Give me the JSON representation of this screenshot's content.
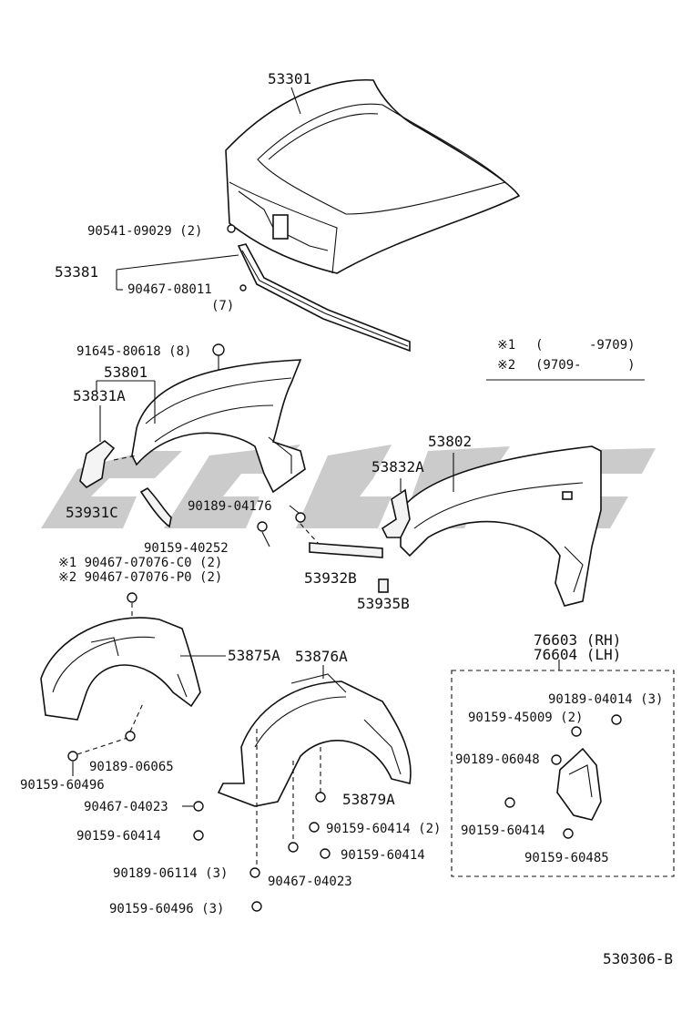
{
  "diagram_code": "530306-B",
  "legend": [
    {
      "mark": "※1",
      "range": "(      -9709)"
    },
    {
      "mark": "※2",
      "range": "(9709-      )"
    }
  ],
  "labels": {
    "hood": "53301",
    "hood_cushion": "90541-09029 (2)",
    "seal_group": "53381",
    "seal_clip": "90467-08011",
    "seal_clip_qty": "(7)",
    "fender_nut": "91645-80618 (8)",
    "fender_rh": "53801",
    "bracket_rh": "53831A",
    "seal_rh": "53931C",
    "fender_lh": "53802",
    "bracket_lh": "53832A",
    "screw_04176": "90189-04176",
    "bolt_40252": "90159-40252",
    "clip_c0": "※1 90467-07076-C0 (2)",
    "clip_p0": "※2 90467-07076-P0 (2)",
    "seal_lh": "53932B",
    "retainer": "53935B",
    "liner_rh": "53875A",
    "liner_lh": "53876A",
    "screw_06065": "90189-06065",
    "bolt_60496": "90159-60496",
    "clip_04023_a": "90467-04023",
    "bolt_60414_a": "90159-60414",
    "screw_06114": "90189-06114 (3)",
    "bolt_60496_3": "90159-60496 (3)",
    "spacer": "53879A",
    "bolt_60414_2": "90159-60414 (2)",
    "bolt_60414_b": "90159-60414",
    "clip_04023_b": "90467-04023",
    "mudflap_rh": "76603 (RH)",
    "mudflap_lh": "76604 (LH)",
    "screw_04014": "90189-04014 (3)",
    "bolt_45009": "90159-45009 (2)",
    "screw_06048": "90189-06048",
    "bolt_60414_c": "90159-60414",
    "bolt_60485": "90159-60485"
  }
}
